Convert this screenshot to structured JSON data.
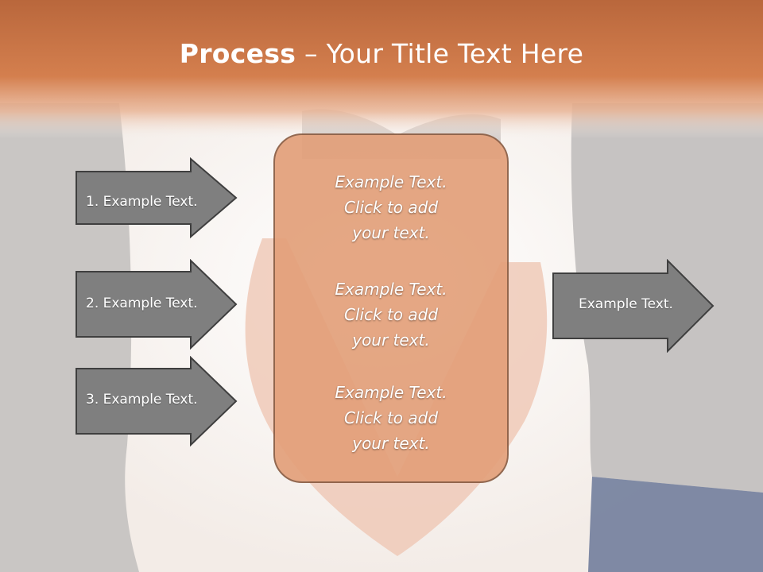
{
  "slide": {
    "title_bold": "Process",
    "title_rest": " – Your Title Text Here",
    "left_arrows": [
      {
        "label": "1. Example Text."
      },
      {
        "label": "2. Example Text."
      },
      {
        "label": "3. Example Text."
      }
    ],
    "center_blocks": [
      {
        "lines": [
          "Example Text.",
          "Click  to add",
          "your text."
        ]
      },
      {
        "lines": [
          "Example Text.",
          "Click  to add",
          "your text."
        ]
      },
      {
        "lines": [
          "Example Text.",
          "Click  to add",
          "your text."
        ]
      }
    ],
    "right_arrow": {
      "label": "Example Text."
    }
  },
  "colors": {
    "header": "#d47f4e",
    "center_box": "#e3a07a",
    "arrow_fill": "#7f7f7f",
    "arrow_border": "#3f3f3f"
  }
}
